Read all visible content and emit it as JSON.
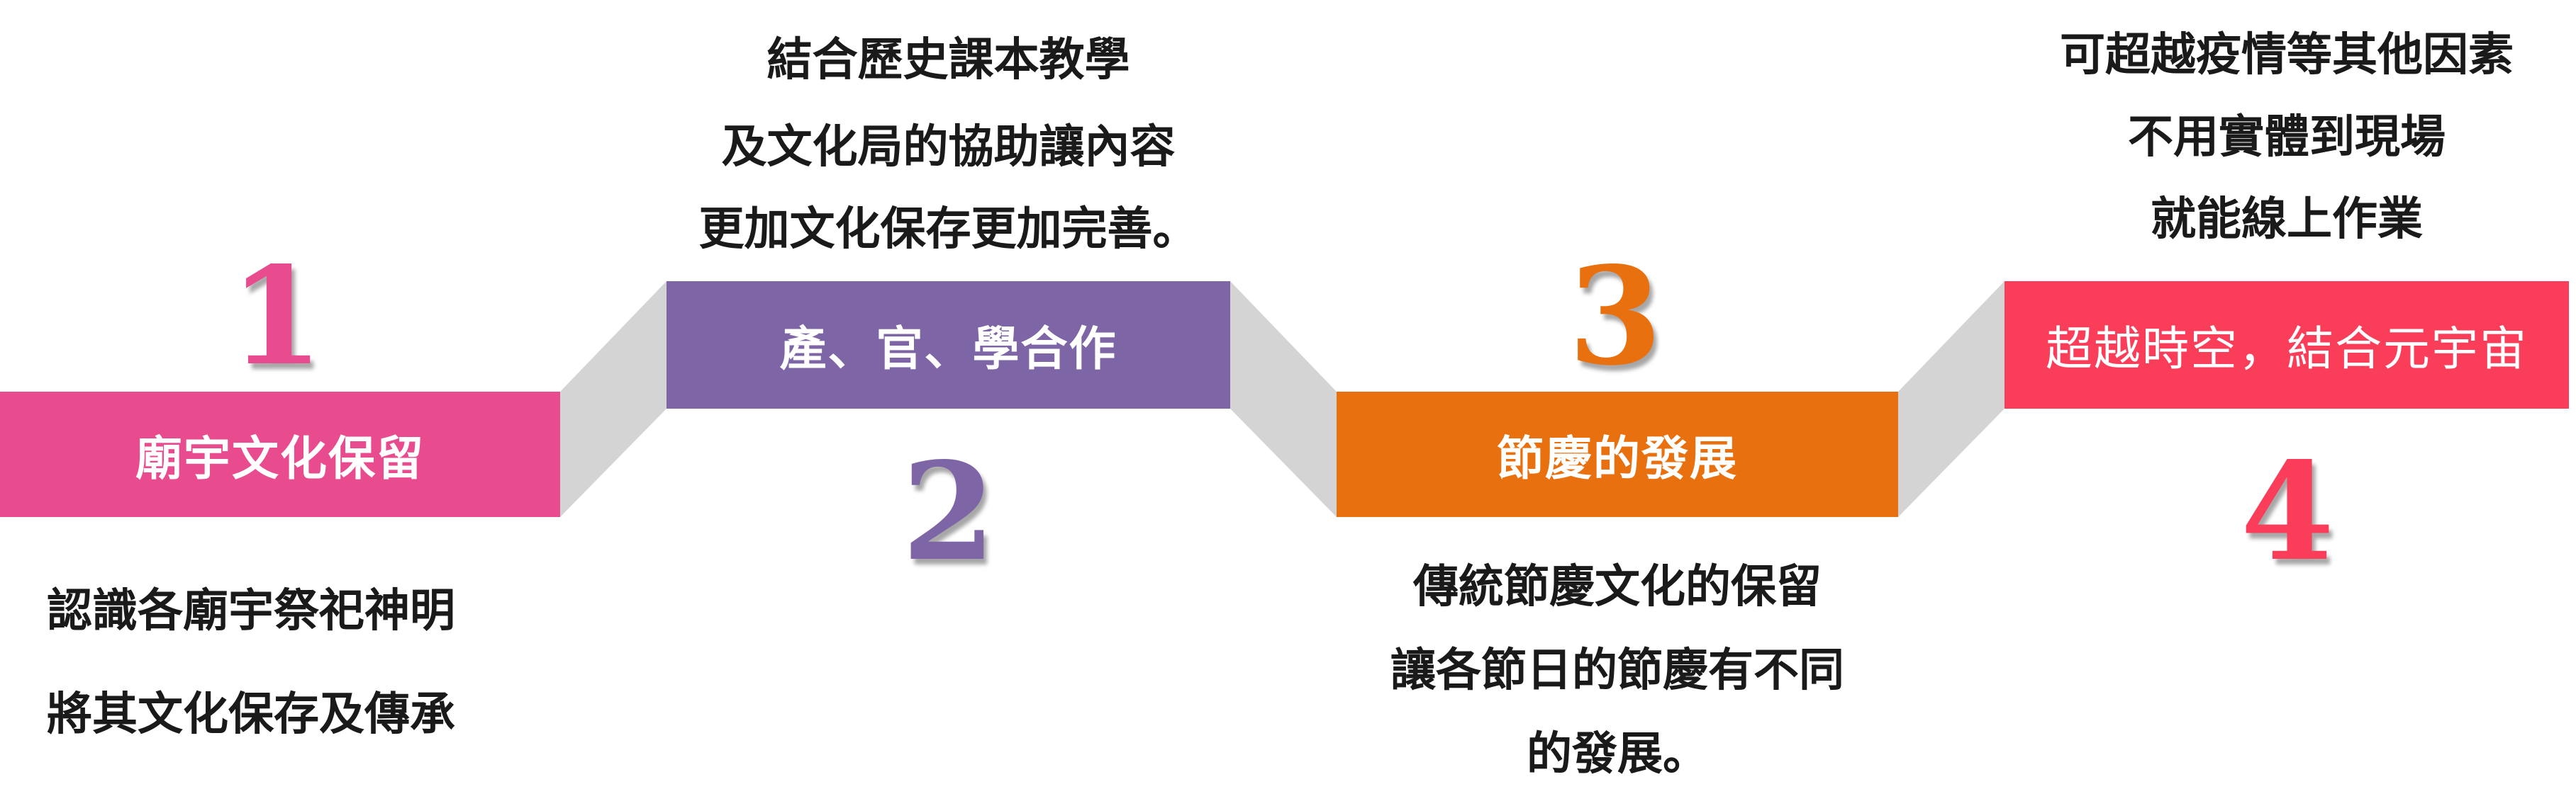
{
  "steps": [
    {
      "number": "1",
      "title": "廟宇文化保留",
      "color": "#E84C8E",
      "lines": [
        "認識各廟宇祭祀神明",
        "將其文化保存及傳承"
      ]
    },
    {
      "number": "2",
      "title": "產、官、學合作",
      "color": "#7E66A6",
      "lines": [
        "結合歷史課本教學",
        "及文化局的協助讓內容",
        "更加文化保存更加完善。"
      ]
    },
    {
      "number": "3",
      "title": "節慶的發展",
      "color": "#E8700F",
      "lines": [
        "傳統節慶文化的保留",
        "讓各節日的節慶有不同",
        "的發展。"
      ]
    },
    {
      "number": "4",
      "title": "超越時空，結合元宇宙",
      "color": "#FA3D59",
      "lines": [
        "可超越疫情等其他因素",
        "不用實體到現場",
        "就能線上作業"
      ]
    }
  ],
  "colors": {
    "connector": "#D4D4D4",
    "connector_edge": "#C2C2C2"
  }
}
